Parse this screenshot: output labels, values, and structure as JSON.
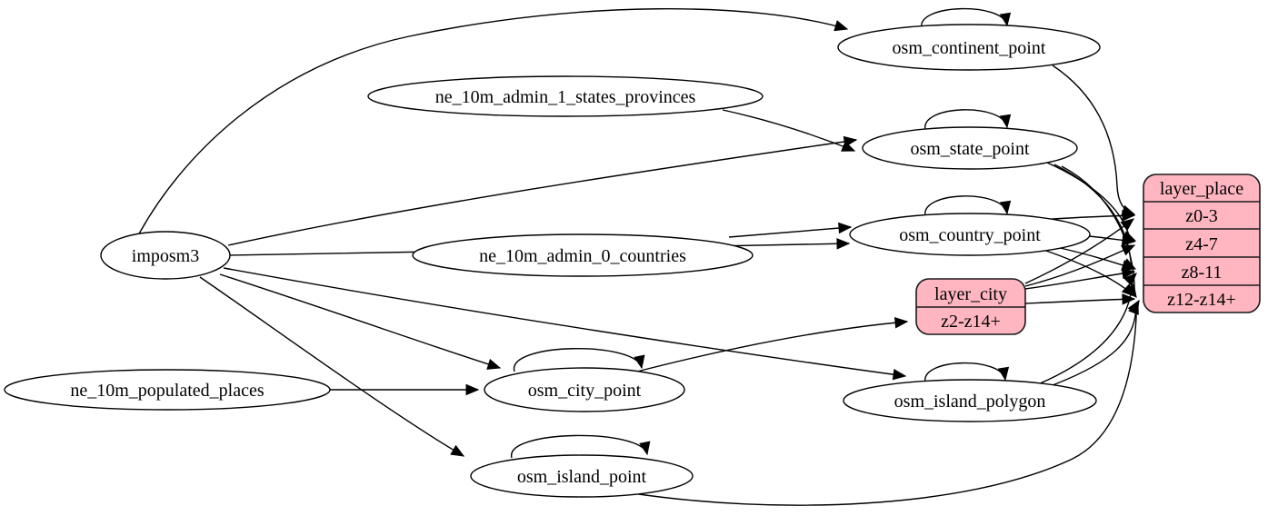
{
  "diagram": {
    "type": "graphviz-etl-flow",
    "background_color": "#ffffff",
    "node_fill_color": "#ffffff",
    "record_fill_color": "#ffb6c1",
    "edge_color": "#000000",
    "nodes": {
      "imposm3": {
        "label": "imposm3",
        "shape": "ellipse"
      },
      "ne_10m_admin_1_states_provinces": {
        "label": "ne_10m_admin_1_states_provinces",
        "shape": "ellipse"
      },
      "ne_10m_admin_0_countries": {
        "label": "ne_10m_admin_0_countries",
        "shape": "ellipse"
      },
      "ne_10m_populated_places": {
        "label": "ne_10m_populated_places",
        "shape": "ellipse"
      },
      "osm_continent_point": {
        "label": "osm_continent_point",
        "shape": "ellipse"
      },
      "osm_state_point": {
        "label": "osm_state_point",
        "shape": "ellipse"
      },
      "osm_country_point": {
        "label": "osm_country_point",
        "shape": "ellipse"
      },
      "osm_city_point": {
        "label": "osm_city_point",
        "shape": "ellipse"
      },
      "osm_island_polygon": {
        "label": "osm_island_polygon",
        "shape": "ellipse"
      },
      "osm_island_point": {
        "label": "osm_island_point",
        "shape": "ellipse"
      }
    },
    "records": {
      "layer_place": {
        "title": "layer_place",
        "rows": [
          "z0-3",
          "z4-7",
          "z8-11",
          "z12-z14+"
        ]
      },
      "layer_city": {
        "title": "layer_city",
        "rows": [
          "z2-z14+"
        ]
      }
    },
    "edges": [
      {
        "from": "imposm3",
        "to": "osm_continent_point"
      },
      {
        "from": "imposm3",
        "to": "osm_state_point"
      },
      {
        "from": "imposm3",
        "to": "osm_country_point"
      },
      {
        "from": "imposm3",
        "to": "osm_city_point"
      },
      {
        "from": "imposm3",
        "to": "osm_island_polygon"
      },
      {
        "from": "imposm3",
        "to": "osm_island_point"
      },
      {
        "from": "ne_10m_admin_1_states_provinces",
        "to": "osm_state_point"
      },
      {
        "from": "ne_10m_admin_0_countries",
        "to": "osm_country_point"
      },
      {
        "from": "ne_10m_populated_places",
        "to": "osm_city_point"
      },
      {
        "from": "osm_continent_point",
        "to": "osm_continent_point"
      },
      {
        "from": "osm_state_point",
        "to": "osm_state_point"
      },
      {
        "from": "osm_country_point",
        "to": "osm_country_point"
      },
      {
        "from": "osm_city_point",
        "to": "osm_city_point"
      },
      {
        "from": "osm_island_polygon",
        "to": "osm_island_polygon"
      },
      {
        "from": "osm_island_point",
        "to": "osm_island_point"
      },
      {
        "from": "osm_continent_point",
        "to": "layer_place:z0-3"
      },
      {
        "from": "osm_country_point",
        "to": "layer_place:z0-3"
      },
      {
        "from": "osm_country_point",
        "to": "layer_place:z4-7"
      },
      {
        "from": "osm_country_point",
        "to": "layer_place:z8-11"
      },
      {
        "from": "osm_country_point",
        "to": "layer_place:z12-z14+"
      },
      {
        "from": "osm_state_point",
        "to": "layer_place:z4-7"
      },
      {
        "from": "osm_state_point",
        "to": "layer_place:z8-11"
      },
      {
        "from": "osm_state_point",
        "to": "layer_place:z12-z14+"
      },
      {
        "from": "osm_city_point",
        "to": "layer_city:z2-z14+"
      },
      {
        "from": "layer_city",
        "to": "layer_place:z0-3"
      },
      {
        "from": "layer_city",
        "to": "layer_place:z4-7"
      },
      {
        "from": "layer_city",
        "to": "layer_place:z8-11"
      },
      {
        "from": "layer_city",
        "to": "layer_place:z12-z14+"
      },
      {
        "from": "osm_island_polygon",
        "to": "layer_place:z8-11"
      },
      {
        "from": "osm_island_polygon",
        "to": "layer_place:z12-z14+"
      },
      {
        "from": "osm_island_point",
        "to": "layer_place:z12-z14+"
      }
    ]
  }
}
